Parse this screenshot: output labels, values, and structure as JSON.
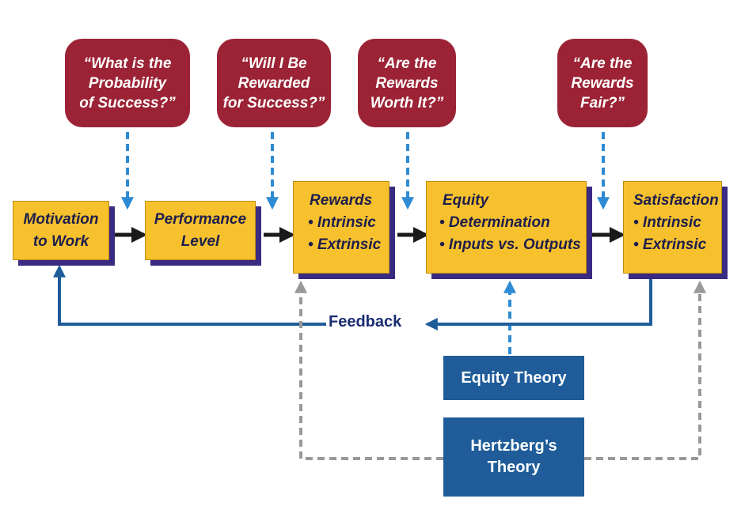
{
  "questions": [
    {
      "lines": [
        "“What is the",
        "Probability",
        "of Success?”"
      ]
    },
    {
      "lines": [
        "“Will I Be",
        "Rewarded",
        "for Success?”"
      ]
    },
    {
      "lines": [
        "“Are the",
        "Rewards",
        "Worth It?”"
      ]
    },
    {
      "lines": [
        "“Are the",
        "Rewards",
        "Fair?”"
      ]
    }
  ],
  "boxes": {
    "motivation": {
      "lines": [
        "Motivation",
        "to Work"
      ]
    },
    "performance": {
      "lines": [
        "Performance",
        "Level"
      ]
    },
    "rewards": {
      "title": "Rewards",
      "bullets": [
        "• Intrinsic",
        "• Extrinsic"
      ]
    },
    "equity": {
      "title": "Equity",
      "bullets": [
        "• Determination",
        "• Inputs vs. Outputs"
      ]
    },
    "satisfaction": {
      "title": "Satisfaction",
      "bullets": [
        "• Intrinsic",
        "• Extrinsic"
      ]
    }
  },
  "feedback_label": "Feedback",
  "theories": {
    "equity": {
      "lines": [
        "Equity Theory"
      ]
    },
    "hertzberg": {
      "lines": [
        "Hertzberg’s",
        "Theory"
      ]
    }
  },
  "colors": {
    "question_fill": "#9b2335",
    "box_fill": "#f6c12d",
    "box_shadow": "#3b2a82",
    "arrow_black": "#1a1a1a",
    "dashed_blue": "#2e8bd3",
    "feedback_blue": "#1f5c99",
    "dashed_gray": "#999999",
    "theory_fill": "#1f5c99"
  }
}
